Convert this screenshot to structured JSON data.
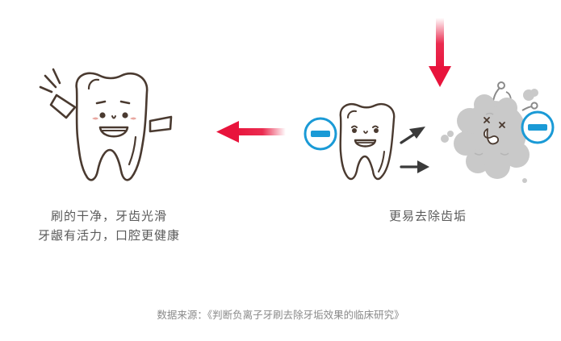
{
  "left_caption": {
    "line1": "刷的干净，牙齿光滑",
    "line2": "牙龈有活力，口腔更健康"
  },
  "right_caption": "更易去除齿垢",
  "source": "数据来源：《判断负离子牙刷去除牙垢效果的临床研究》",
  "colors": {
    "outline": "#4a3a30",
    "tooth_fill": "#ffffff",
    "plaque_fill": "#c9c9c9",
    "arrow_red": "#e8143c",
    "ion_blue": "#1a9ad6",
    "text": "#5a5a5a",
    "source_text": "#8a8a8a"
  },
  "icons": [
    "happy-tooth",
    "sad-tooth",
    "plaque-blob",
    "negative-ion",
    "red-arrow",
    "dark-arrow"
  ]
}
